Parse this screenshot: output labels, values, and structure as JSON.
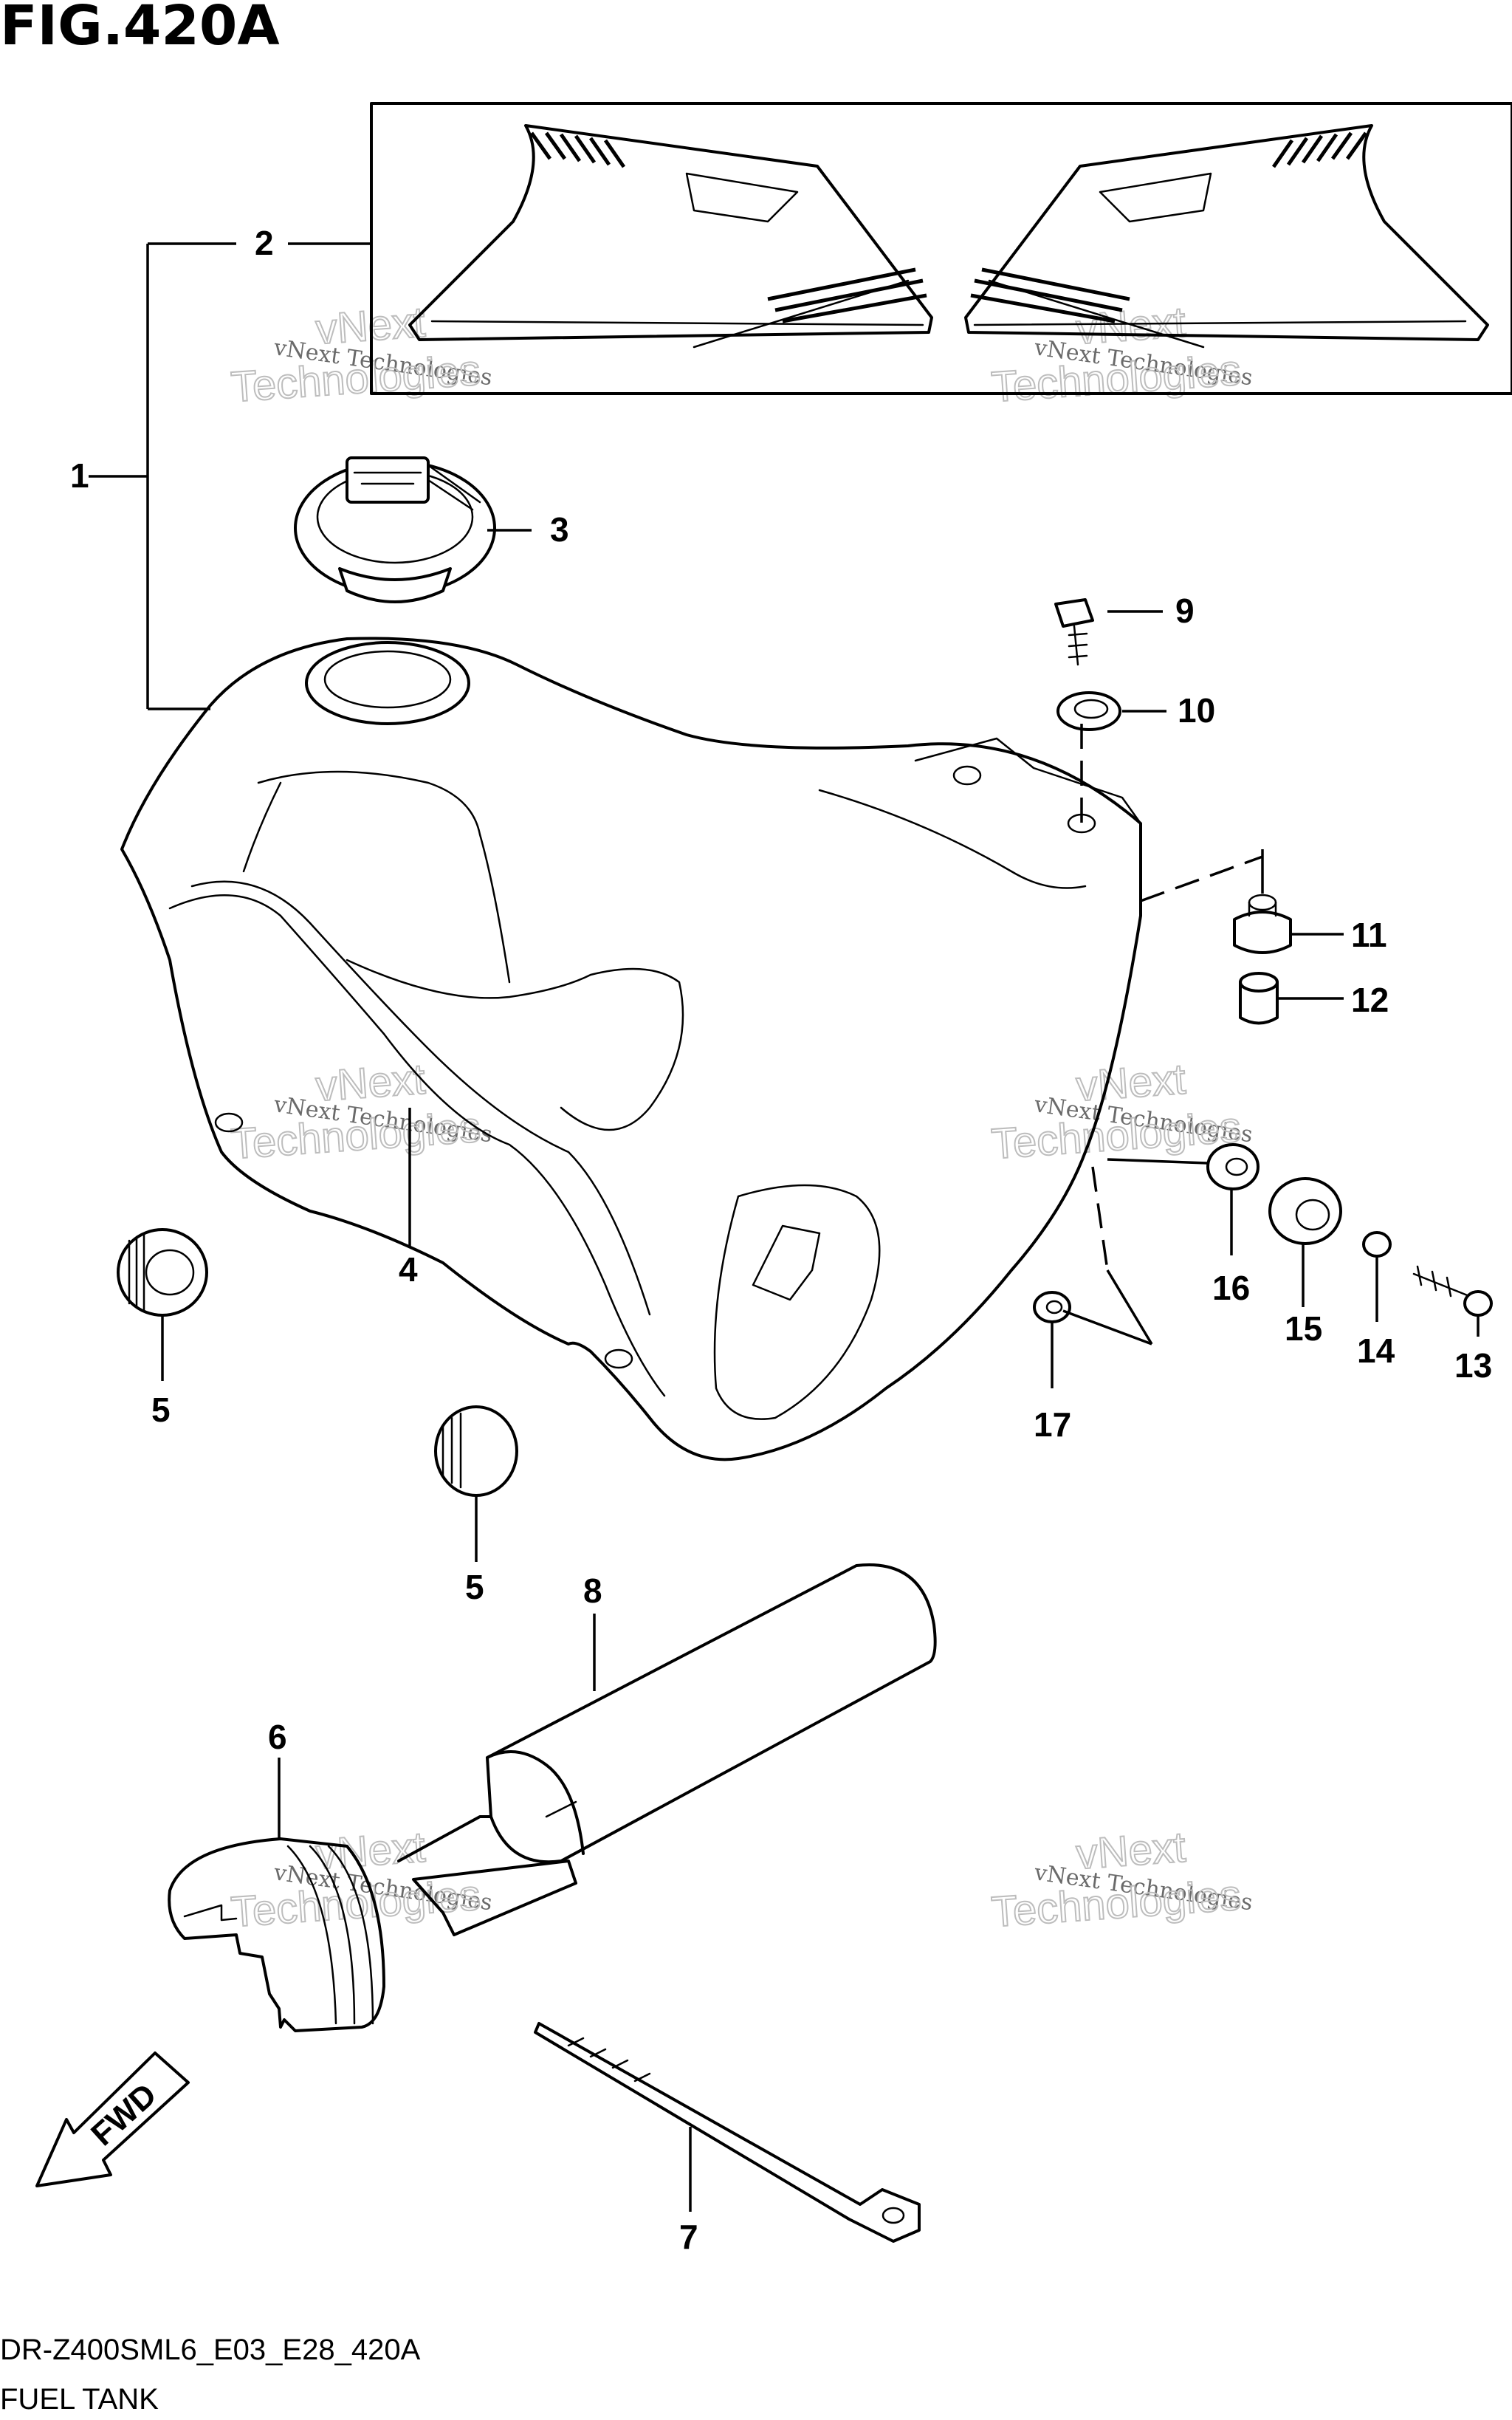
{
  "figure": {
    "title": "FIG.420A",
    "code": "DR-Z400SML6_E03_E28_420A",
    "name": "FUEL TANK"
  },
  "parts": [
    {
      "ref": "1"
    },
    {
      "ref": "2"
    },
    {
      "ref": "3"
    },
    {
      "ref": "4"
    },
    {
      "ref": "5"
    },
    {
      "ref": "5"
    },
    {
      "ref": "6"
    },
    {
      "ref": "7"
    },
    {
      "ref": "8"
    },
    {
      "ref": "9"
    },
    {
      "ref": "10"
    },
    {
      "ref": "11"
    },
    {
      "ref": "12"
    },
    {
      "ref": "13"
    },
    {
      "ref": "14"
    },
    {
      "ref": "15"
    },
    {
      "ref": "16"
    },
    {
      "ref": "17"
    }
  ],
  "fwd_label": "FWD",
  "watermark": {
    "line1": "vNext Technologies",
    "line2": "vNext",
    "line3": "Technologies"
  }
}
